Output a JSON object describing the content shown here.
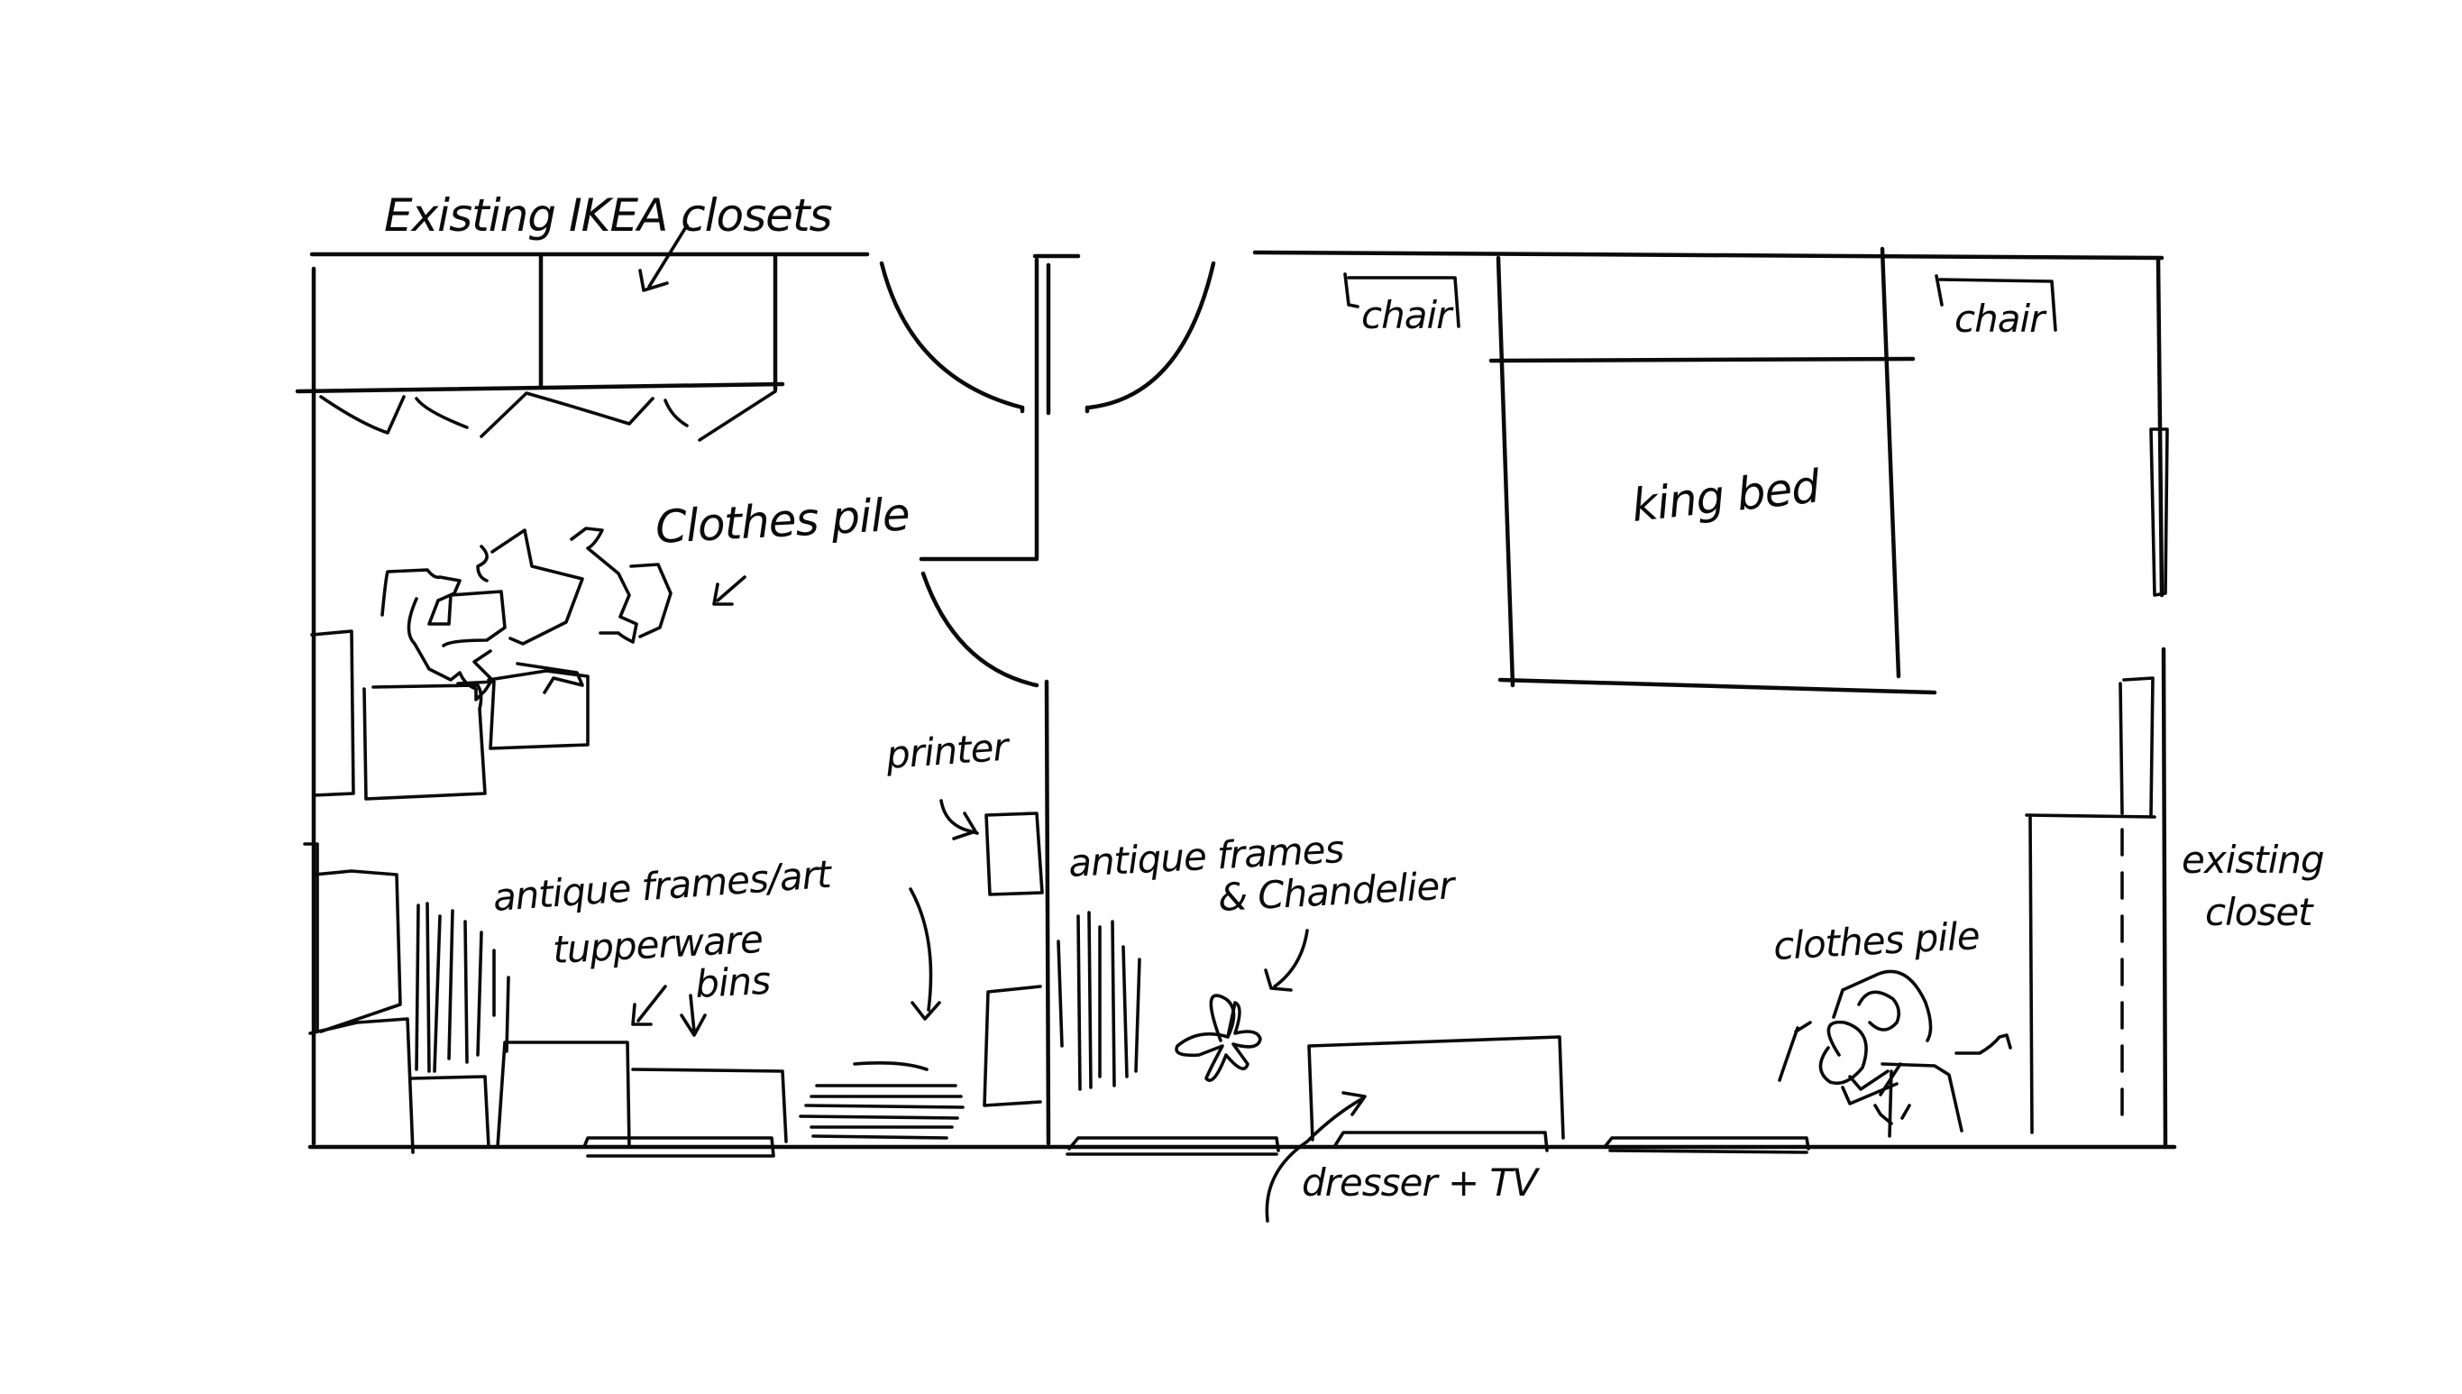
{
  "labels": {
    "ikea_closets": "Existing IKEA closets",
    "clothes_pile_left": "Clothes pile",
    "printer": "printer",
    "antique_frames_art": "antique frames/art",
    "tupperware_line1": "tupperware",
    "tupperware_line2": "bins",
    "antique_frames_line1": "antique frames",
    "antique_frames_line2": "& Chandelier",
    "chair_left": "chair",
    "chair_right": "chair",
    "king_bed": "king bed",
    "existing_closet_line1": "existing",
    "existing_closet_line2": "closet",
    "clothes_pile_right": "clothes pile",
    "dresser_tv": "dresser + TV"
  }
}
